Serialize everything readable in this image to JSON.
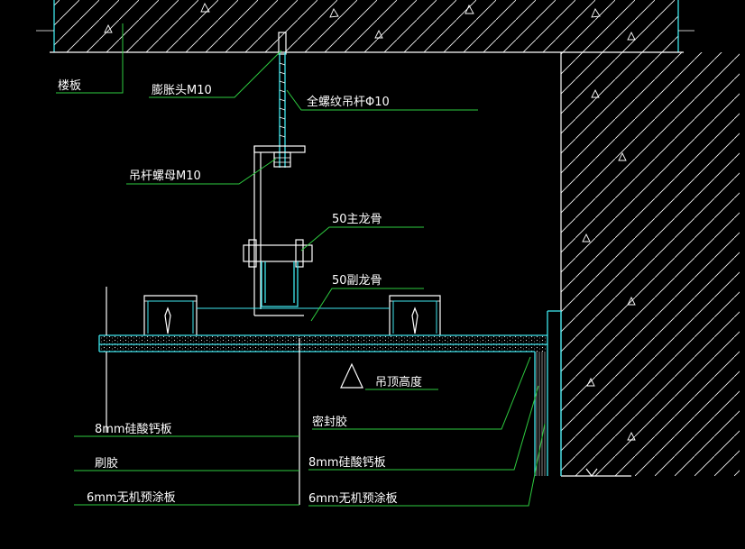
{
  "labels": {
    "floor_slab": "楼板",
    "expansion_bolt": "膨胀头M10",
    "threaded_rod": "全螺纹吊杆Φ10",
    "rod_nut": "吊杆螺母M10",
    "main_keel": "50主龙骨",
    "sub_keel": "50副龙骨",
    "ceiling_height": "吊顶高度",
    "left_board_1": "8mm硅酸钙板",
    "left_glue": "刷胶",
    "left_board_2": "6mm无机预涂板",
    "sealant": "密封胶",
    "right_board_1": "8mm硅酸钙板",
    "right_board_2": "6mm无机预涂板"
  },
  "colors": {
    "structure": "#3fe6ee",
    "leader": "#2ecc40",
    "text": "#ffffff",
    "background": "#000000"
  }
}
